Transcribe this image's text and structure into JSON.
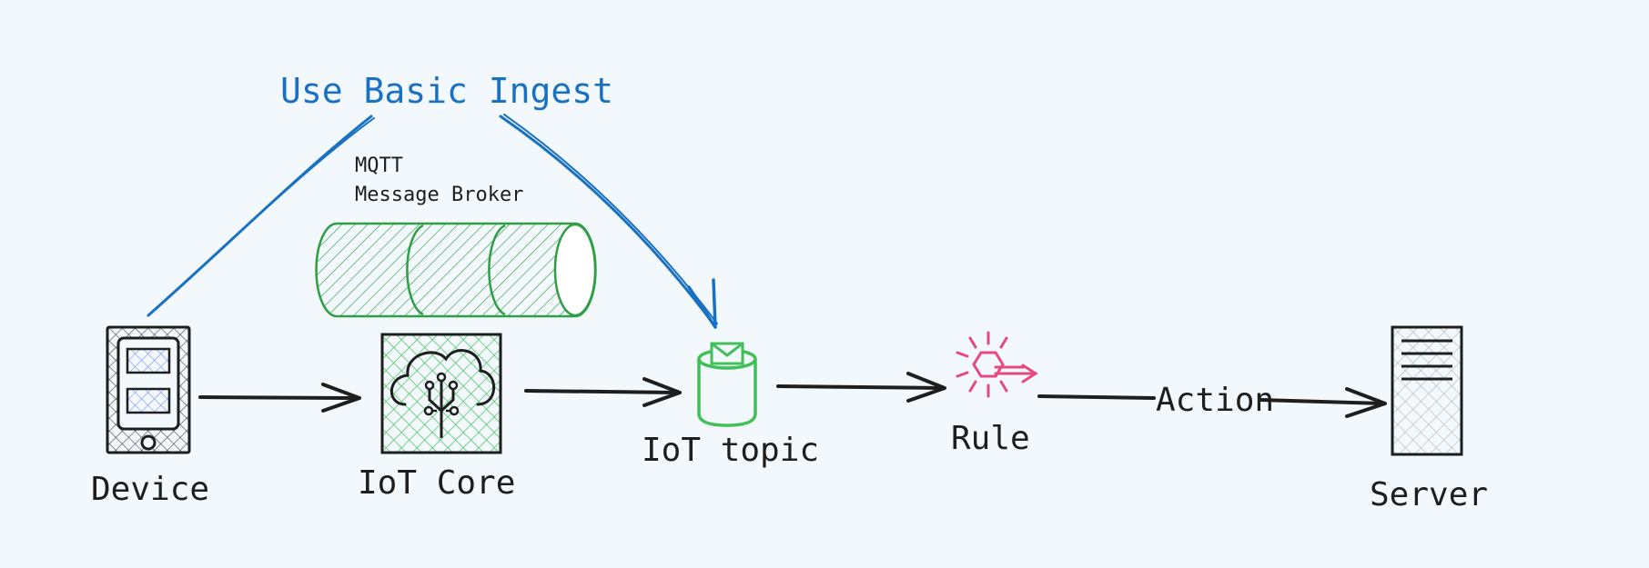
{
  "diagram": {
    "colors": {
      "background": "#f3f8fc",
      "ink": "#1e1e1e",
      "blue_path": "#1971c2",
      "broker_green": "#2f9e44",
      "core_green": "#40c057",
      "topic_green": "#40c057",
      "rule_pink": "#e64980",
      "device_screen_blue": "#a5b4fc",
      "server_fill": "#ced4da"
    },
    "annotation": {
      "basic_ingest": "Use Basic Ingest",
      "broker_line1": "MQTT",
      "broker_line2": "Message Broker"
    },
    "nodes": {
      "device": {
        "label": "Device",
        "icon": "mobile-device-icon"
      },
      "iot_core": {
        "label": "IoT Core",
        "icon": "iot-core-icon"
      },
      "iot_topic": {
        "label": "IoT topic",
        "icon": "iot-topic-icon"
      },
      "rule": {
        "label": "Rule",
        "icon": "iot-rule-icon"
      },
      "server": {
        "label": "Server",
        "icon": "server-icon"
      }
    },
    "edges": {
      "action_label": "Action"
    }
  }
}
